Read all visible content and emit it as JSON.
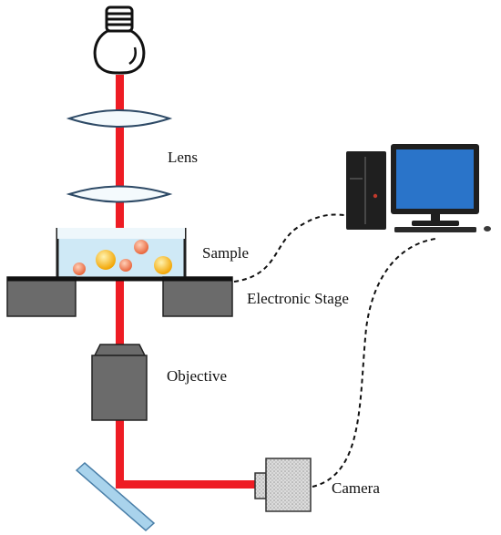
{
  "labels": {
    "lens": "Lens",
    "sample": "Sample",
    "stage": "Electronic Stage",
    "objective": "Objective",
    "camera": "Camera"
  },
  "colors": {
    "beam": "#ee1c24",
    "stage_gray": "#6b6b6b",
    "lens_fill": "#f4fafd",
    "lens_stroke": "#2e4a66",
    "liquid": "#cfe9f6",
    "particle_orange": "#f07a50",
    "particle_yellow": "#f6b21a",
    "mirror": "#a9d3ec",
    "computer_dark": "#1f1f1f",
    "screen_blue": "#2a74c9"
  },
  "icons": {
    "light_source": "lightbulb-icon",
    "computer": "desktop-computer-icon"
  }
}
